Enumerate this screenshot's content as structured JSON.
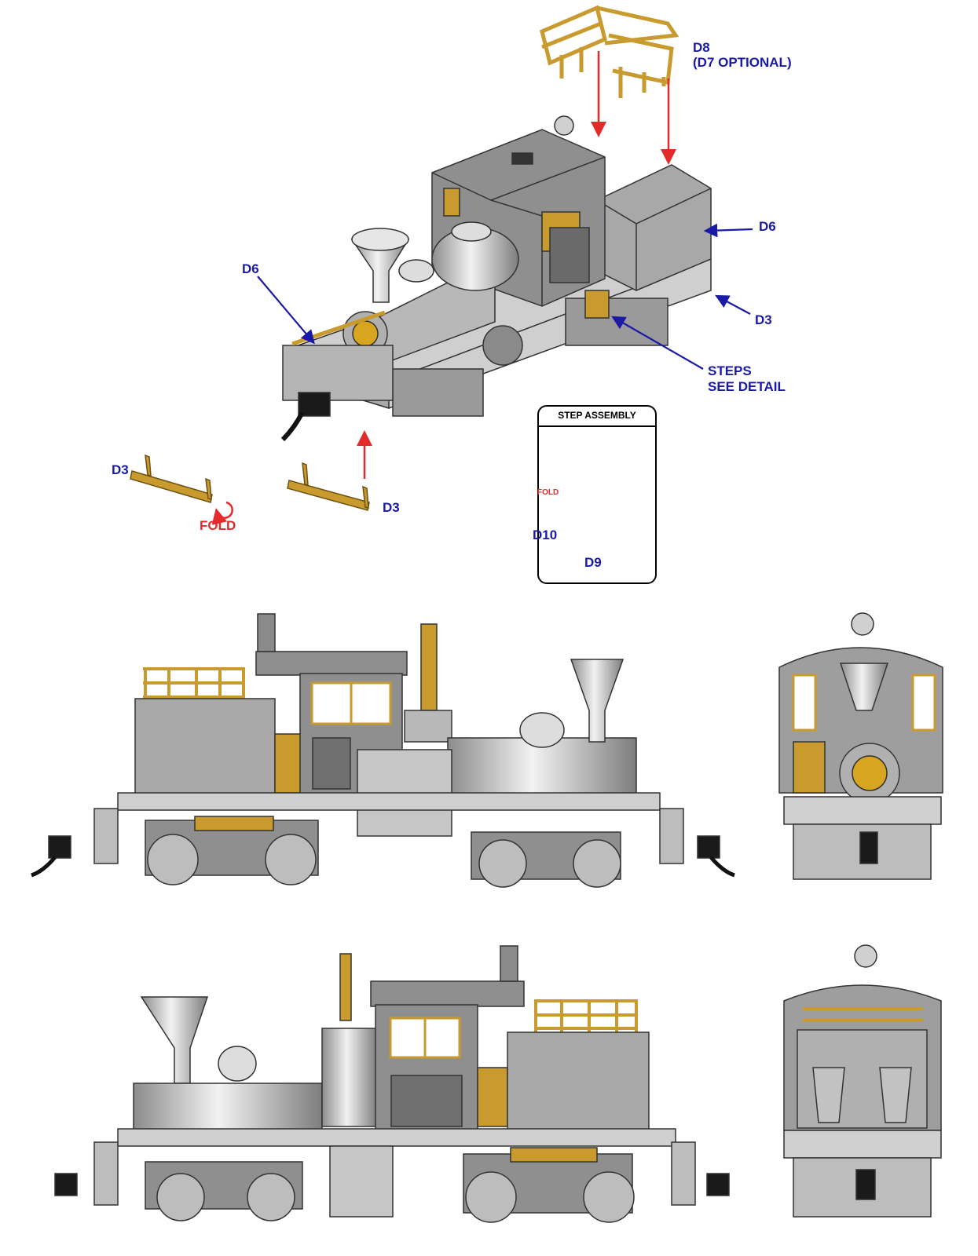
{
  "labels": {
    "d8": "D8",
    "d7_optional": "(D7 OPTIONAL)",
    "d6_right": "D6",
    "d6_left": "D6",
    "d3_right": "D3",
    "steps": "STEPS",
    "see_detail": "SEE DETAIL",
    "d3_left": "D3",
    "fold": "FOLD",
    "d3_bottom": "D3"
  },
  "step_assembly": {
    "title": "STEP ASSEMBLY",
    "fold": "FOLD",
    "d10": "D10",
    "d9": "D9"
  },
  "colors": {
    "label_blue": "#1a1aa6",
    "arrow_red": "#e32b2b",
    "brass": "#c99a2e",
    "body_gray": "#9a9a9a",
    "dark_gray": "#5a5a5a",
    "light_gray": "#cfcfcf"
  }
}
